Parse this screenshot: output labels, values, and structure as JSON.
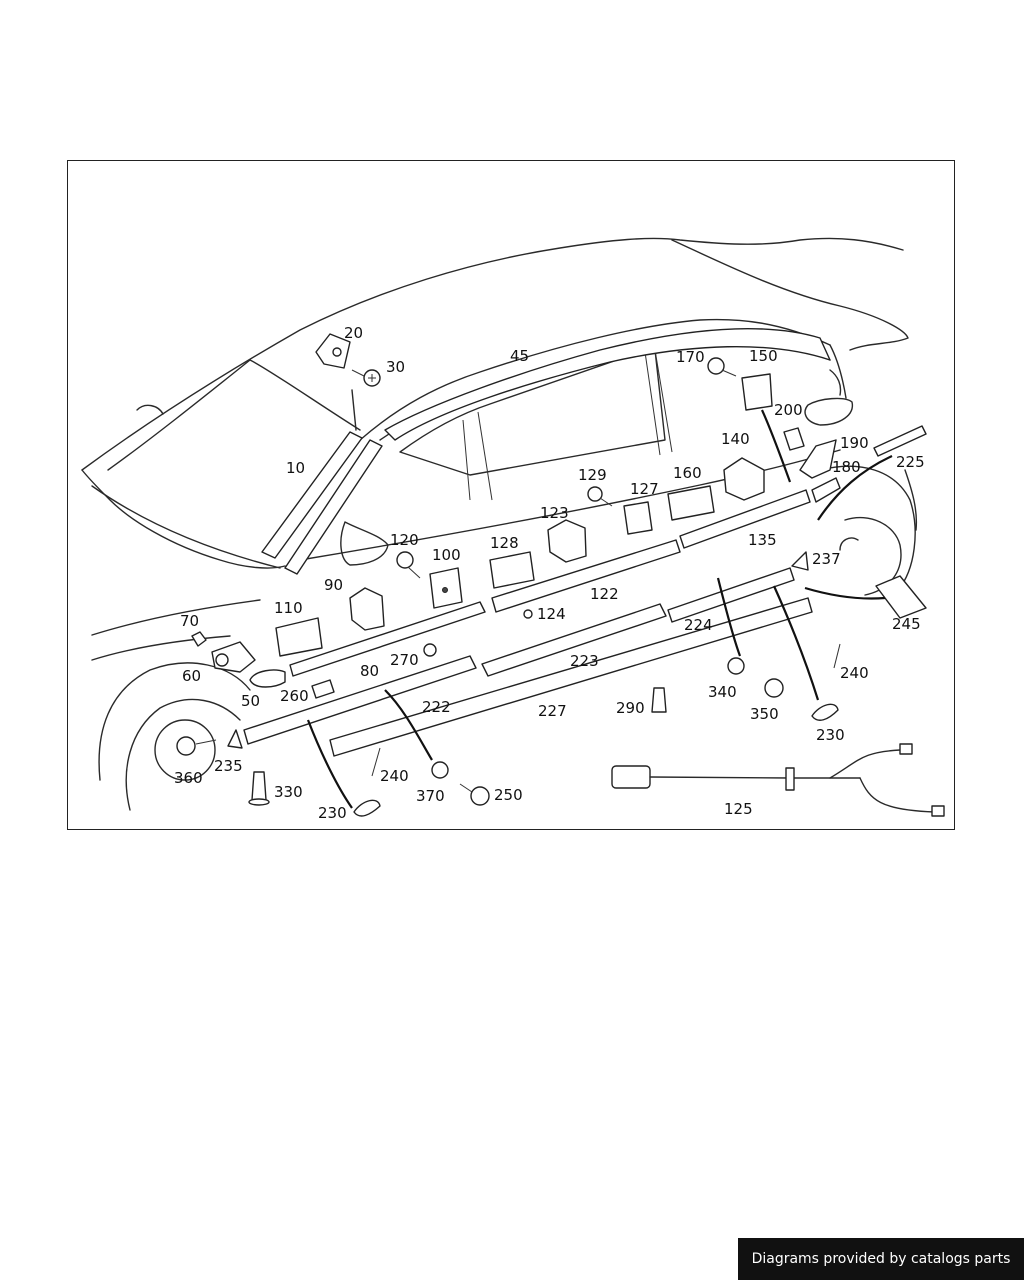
{
  "footer": {
    "credit": "Diagrams provided by catalogs parts"
  },
  "colors": {
    "line": "#2a2a2a",
    "banner_bg": "#111111",
    "banner_text": "#ffffff"
  },
  "callouts": {
    "c10": "10",
    "c20": "20",
    "c30": "30",
    "c45": "45",
    "c50": "50",
    "c60": "60",
    "c70": "70",
    "c80": "80",
    "c90": "90",
    "c100": "100",
    "c110": "110",
    "c120": "120",
    "c122": "122",
    "c123": "123",
    "c124": "124",
    "c125": "125",
    "c127": "127",
    "c128": "128",
    "c129": "129",
    "c135": "135",
    "c140": "140",
    "c150": "150",
    "c160": "160",
    "c170": "170",
    "c180": "180",
    "c190": "190",
    "c200": "200",
    "c222": "222",
    "c223": "223",
    "c224": "224",
    "c225": "225",
    "c227": "227",
    "c230a": "230",
    "c230b": "230",
    "c235": "235",
    "c237": "237",
    "c240a": "240",
    "c240b": "240",
    "c245": "245",
    "c250": "250",
    "c260": "260",
    "c270": "270",
    "c290": "290",
    "c330": "330",
    "c340": "340",
    "c350": "350",
    "c360": "360",
    "c370": "370"
  }
}
